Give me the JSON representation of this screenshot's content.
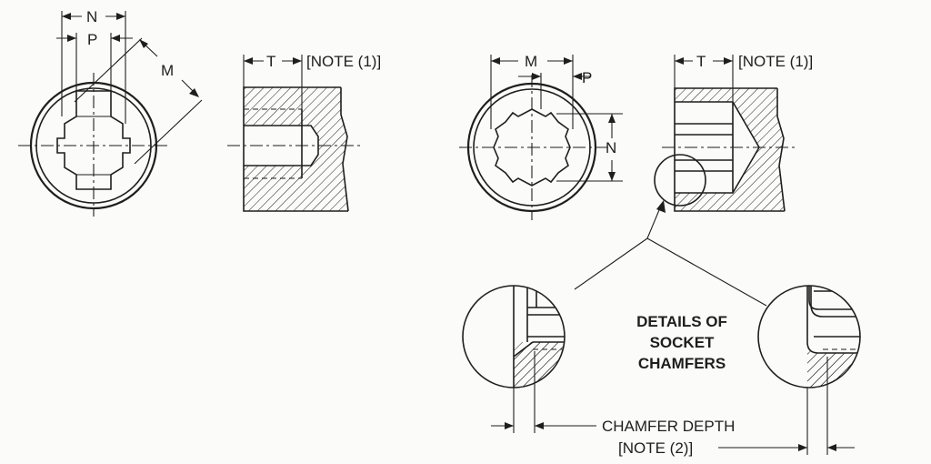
{
  "labels": {
    "n_left": "N",
    "p_left": "P",
    "m_left": "M",
    "t_left": "T",
    "note1_left": "[NOTE (1)]",
    "m_right": "M",
    "p_right": "P",
    "n_right": "N",
    "t_right": "T",
    "note1_right": "[NOTE (1)]",
    "details_line1": "DETAILS OF",
    "details_line2": "SOCKET",
    "details_line3": "CHAMFERS",
    "chamfer_line1": "CHAMFER DEPTH",
    "chamfer_line2": "[NOTE (2)]"
  },
  "colors": {
    "ink": "#1e1e1e",
    "paper": "#fbfbf9"
  }
}
